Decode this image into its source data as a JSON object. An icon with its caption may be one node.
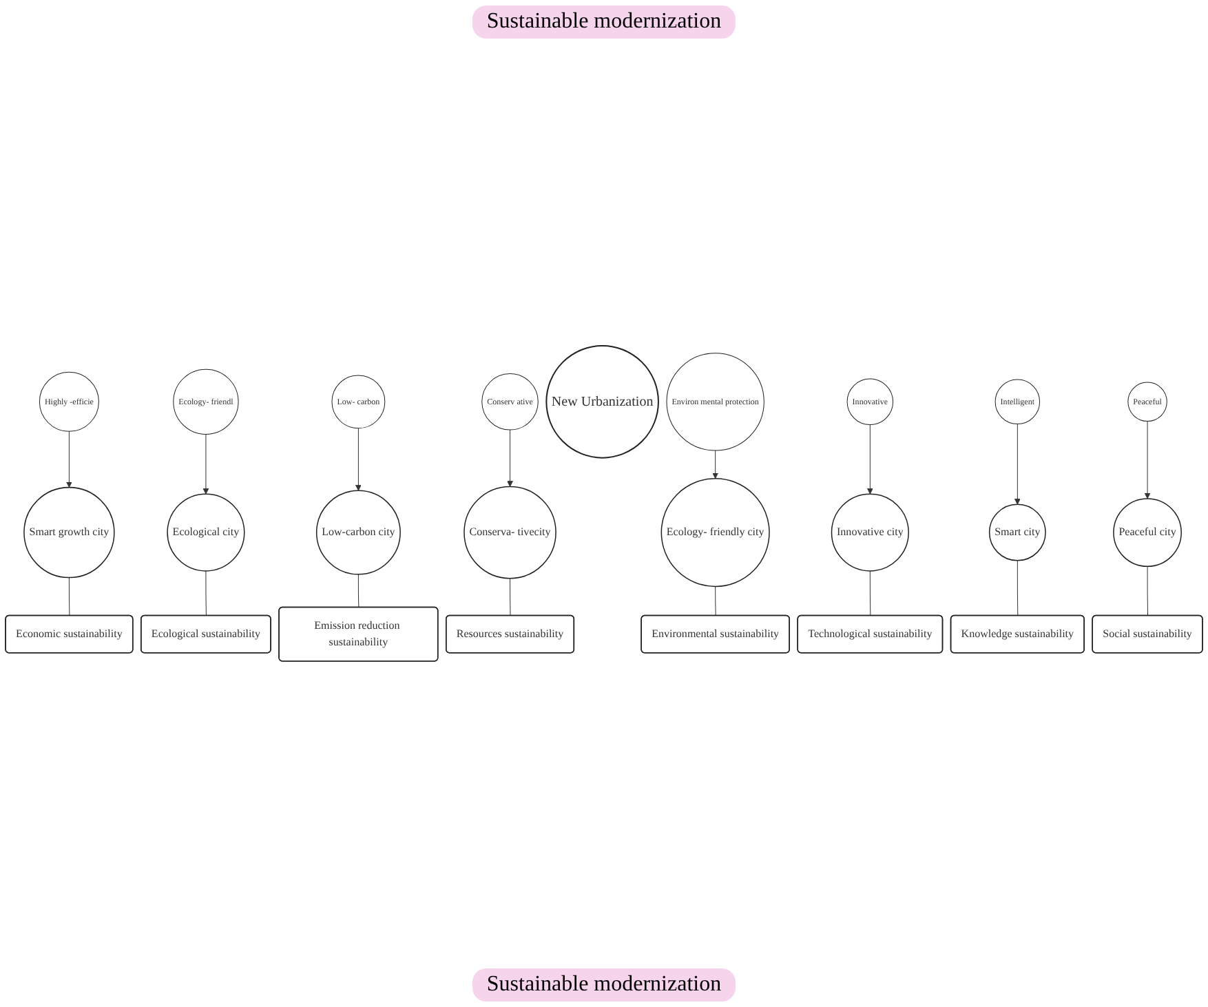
{
  "diagram": {
    "nodes": [
      {
        "text": [
          "Economic sustainability"
        ]
      },
      {
        "text": [
          "Smart growth city"
        ]
      },
      {
        "text": [
          "Ecological sustainability"
        ]
      },
      {
        "text": [
          "Emission reduction sustainability"
        ]
      },
      {
        "text": [
          "Ecological city"
        ]
      },
      {
        "text": [
          "Low-carbon city"
        ]
      },
      {
        "text": [
          "Highly -efficie"
        ]
      },
      {
        "text": [
          "Ecology- friendl"
        ]
      },
      {
        "text": [
          "Low- carbon"
        ]
      },
      {
        "text": [
          "Resources sustainability"
        ]
      },
      {
        "text": [
          "Conserva- tivecity"
        ]
      },
      {
        "text": [
          "Conserv ative"
        ]
      },
      {
        "text": [
          "New Urbanization"
        ]
      },
      {
        "text": [
          "Environ mental protection"
        ]
      },
      {
        "text": [
          "Ecology- friendly city"
        ]
      },
      {
        "text": [
          "Environmental sustainability"
        ]
      },
      {
        "text": [
          "Innovative"
        ]
      },
      {
        "text": [
          "Intelligent"
        ]
      },
      {
        "text": [
          "Peaceful"
        ]
      },
      {
        "text": [
          "Innovative city"
        ]
      },
      {
        "text": [
          "Smart city"
        ]
      },
      {
        "text": [
          "Peaceful city"
        ]
      },
      {
        "text": [
          "Technological sustainability"
        ]
      },
      {
        "text": [
          "Knowledge sustainability"
        ]
      },
      {
        "text": [
          "Social sustainability"
        ]
      }
    ],
    "edges": [
      {
        "from": 6,
        "to": 1,
        "arrow": "to"
      },
      {
        "from": 7,
        "to": 4,
        "arrow": "to"
      },
      {
        "from": 8,
        "to": 5,
        "arrow": "to"
      },
      {
        "from": 11,
        "to": 10,
        "arrow": "to"
      },
      {
        "from": 13,
        "to": 14,
        "arrow": "to"
      },
      {
        "from": 16,
        "to": 19,
        "arrow": "to"
      },
      {
        "from": 18,
        "to": 21,
        "arrow": "to"
      },
      {
        "from": 17,
        "to": 20,
        "arrow": "to"
      },
      {
        "from": 1,
        "to": 0,
        "arrow": "none"
      },
      {
        "from": 4,
        "to": 2,
        "arrow": "none"
      },
      {
        "from": 5,
        "to": 3,
        "arrow": "none"
      },
      {
        "from": 10,
        "to": 9,
        "arrow": "none"
      },
      {
        "from": 14,
        "to": 15,
        "arrow": "none"
      },
      {
        "from": 19,
        "to": 22,
        "arrow": "none"
      },
      {
        "from": 20,
        "to": 23,
        "arrow": "none"
      },
      {
        "from": 21,
        "to": 24,
        "arrow": "none"
      }
    ],
    "labels": [
      "Sustainable modernization",
      "Sustainable modernization"
    ]
  }
}
